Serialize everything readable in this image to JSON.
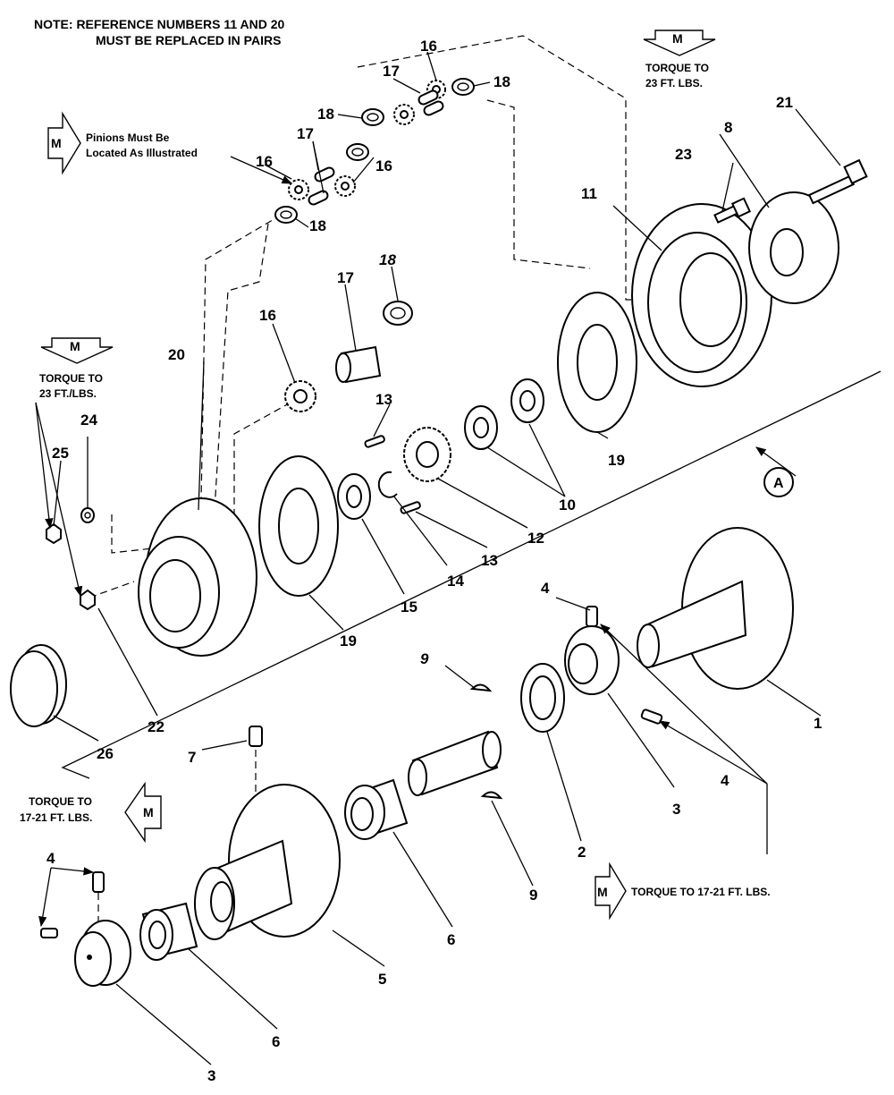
{
  "note": {
    "line1": "NOTE:  REFERENCE NUMBERS 11 AND 20",
    "line2": "MUST BE REPLACED IN PAIRS"
  },
  "callouts": {
    "torque_top": {
      "icon": "M",
      "line1": "TORQUE TO",
      "line2": "23 FT. LBS."
    },
    "pinions": {
      "icon": "M",
      "line1": "Pinions Must Be",
      "line2": "Located As Illustrated"
    },
    "torque_left": {
      "icon": "M",
      "line1": "TORQUE TO",
      "line2": "23 FT./LBS."
    },
    "torque_bottom_left": {
      "icon": "M",
      "line1": "TORQUE TO",
      "line2": "17-21 FT. LBS."
    },
    "torque_bottom_right": {
      "icon": "M",
      "text": "TORQUE TO 17-21 FT. LBS."
    }
  },
  "detail_marker": "A",
  "ref_numbers": {
    "n1": "1",
    "n2": "2",
    "n3a": "3",
    "n3b": "3",
    "n4a": "4",
    "n4b": "4",
    "n4c": "4",
    "n5": "5",
    "n6a": "6",
    "n6b": "6",
    "n7": "7",
    "n8": "8",
    "n9a": "9",
    "n9b": "9",
    "n10": "10",
    "n11": "11",
    "n12": "12",
    "n13a": "13",
    "n13b": "13",
    "n14": "14",
    "n15": "15",
    "n16a": "16",
    "n16b": "16",
    "n16c": "16",
    "n16d": "16",
    "n17a": "17",
    "n17b": "17",
    "n17c": "17",
    "n18a": "18",
    "n18b": "18",
    "n18c": "18",
    "n18d": "18",
    "n19a": "19",
    "n19b": "19",
    "n20": "20",
    "n21": "21",
    "n22": "22",
    "n23": "23",
    "n24": "24",
    "n25": "25",
    "n26": "26"
  }
}
